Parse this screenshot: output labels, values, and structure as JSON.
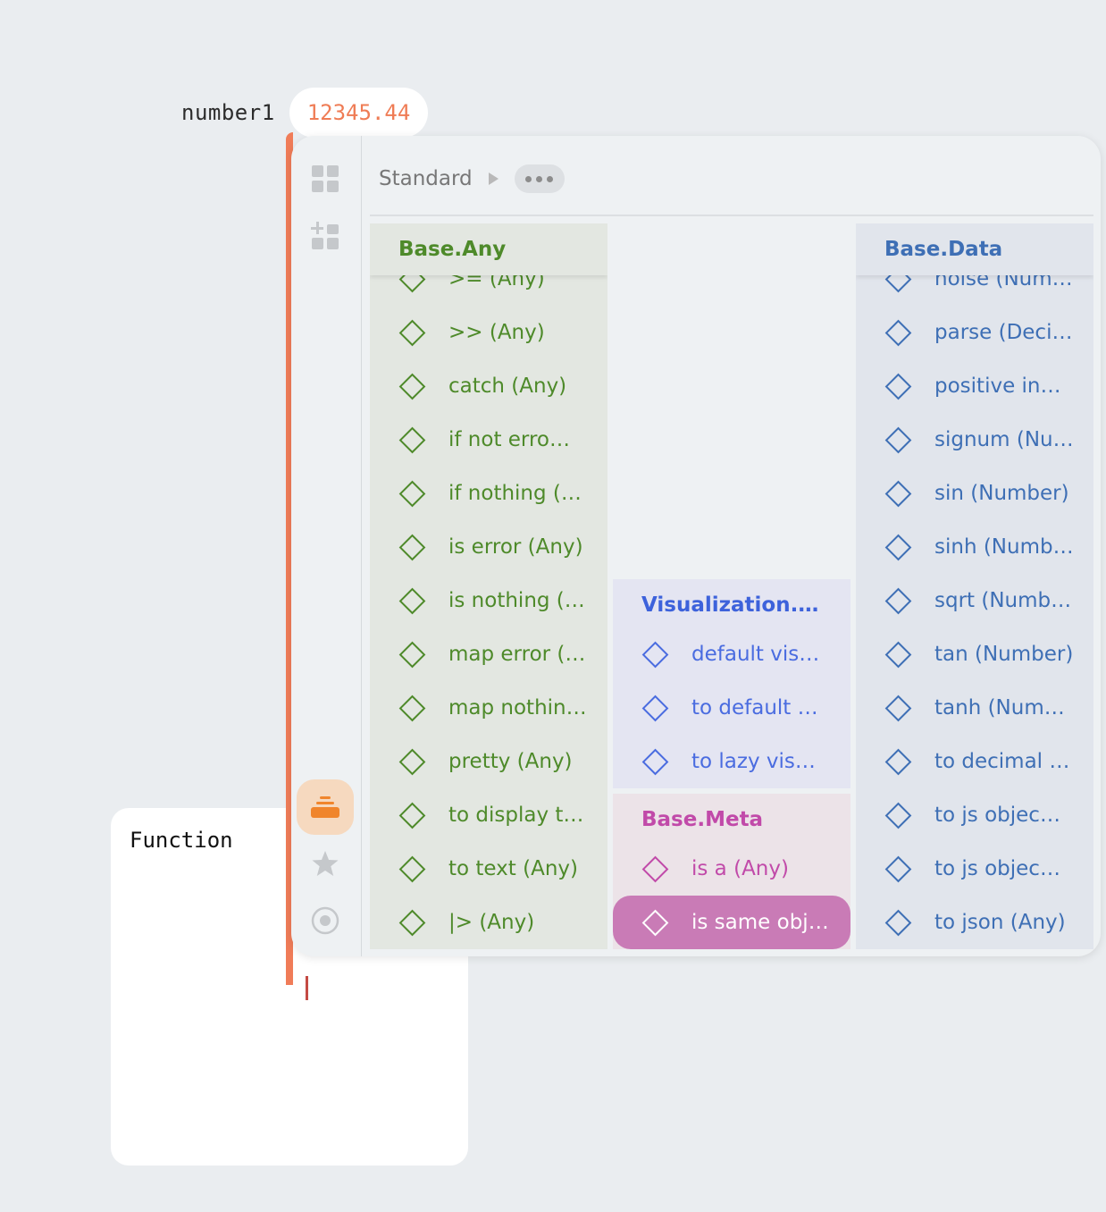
{
  "node": {
    "name": "number1",
    "value": "12345.44"
  },
  "function_node": {
    "title": "Function"
  },
  "browser": {
    "breadcrumb": {
      "root": "Standard",
      "more": "•••"
    },
    "sidebar": {
      "icons": [
        "grid-icon",
        "add-grid-icon",
        "stack-icon",
        "star-icon",
        "radio-icon"
      ],
      "active": "stack-icon"
    },
    "sections": {
      "any": {
        "title": "Base.Any",
        "color": "#4e8a2a",
        "items": [
          ">= (Any)",
          ">> (Any)",
          "catch (Any)",
          "if not erro…",
          "if nothing (…",
          "is error (Any)",
          "is nothing (…",
          "map error (…",
          "map nothin…",
          "pretty (Any)",
          "to display t…",
          "to text (Any)",
          "|> (Any)"
        ]
      },
      "data": {
        "title": "Base.Data",
        "color": "#3e6fb5",
        "items": [
          "noise (Num…",
          "parse (Deci…",
          "positive in…",
          "signum (Nu…",
          "sin (Number)",
          "sinh (Numb…",
          "sqrt (Numb…",
          "tan (Number)",
          "tanh (Num…",
          "to decimal …",
          "to js objec…",
          "to js objec…",
          "to json (Any)"
        ]
      },
      "visualization": {
        "title": "Visualization.…",
        "color": "#4a6ce0",
        "items": [
          "default vis…",
          "to default …",
          "to lazy vis…"
        ]
      },
      "meta": {
        "title": "Base.Meta",
        "color": "#c14aa9",
        "items": [
          "is a (Any)",
          "is same obj…"
        ],
        "selected": "is same obj…"
      }
    }
  },
  "colors": {
    "accent": "#f07c58",
    "selected": "#c97bb6"
  }
}
